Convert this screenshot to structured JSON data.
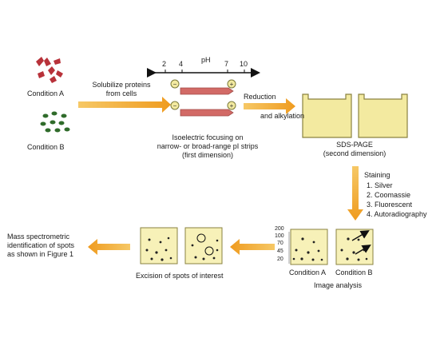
{
  "labels": {
    "condition_a": "Condition A",
    "condition_b": "Condition B",
    "solubilize": "Solubilize proteins\nfrom cells",
    "ph_axis_label": "pH",
    "ph_ticks": [
      "2",
      "4",
      "7",
      "10"
    ],
    "isoelectric": "Isoelectric focusing on\nnarrow- or broad-range pI strips\n(first dimension)",
    "reduction": "Reduction",
    "alkylation": "and alkylation",
    "sds_page": "SDS-PAGE\n(second dimension)",
    "staining": "Staining",
    "staining_steps": [
      "1. Silver",
      "2. Coomassie",
      "3. Fluorescent",
      "4. Autoradiography"
    ],
    "mw_ticks": [
      "200",
      "100",
      "70",
      "45",
      "20"
    ],
    "gel_condition_a": "Condition A",
    "gel_condition_b": "Condition B",
    "image_analysis": "Image analysis",
    "excision": "Excision of spots of interest",
    "mass_spec": "Mass spectrometric\nidentification of spots\nas shown in Figure 1"
  },
  "colors": {
    "arrow_orange": "#f0a030",
    "cell_red": "#b8323a",
    "cell_green": "#2f6b2a",
    "strip_red": "#d26a66",
    "gel_yellow": "#f3eaa0",
    "gel_border": "#8a8240",
    "spot_panel_yellow": "#f7f1b8"
  }
}
